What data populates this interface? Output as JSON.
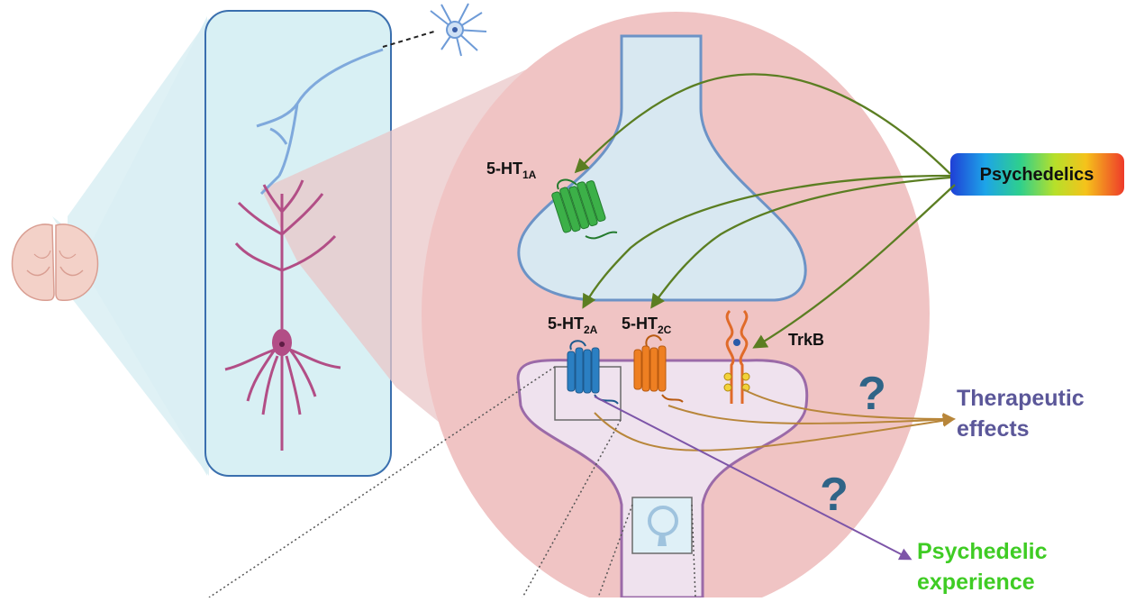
{
  "receptors": {
    "ht1a": {
      "base": "5-HT",
      "sub": "1A"
    },
    "ht2a": {
      "base": "5-HT",
      "sub": "2A"
    },
    "ht2c": {
      "base": "5-HT",
      "sub": "2C"
    },
    "trkb": "TrkB"
  },
  "psychedelics_label": "Psychedelics",
  "outcomes": {
    "therapeutic": {
      "line1": "Therapeutic",
      "line2": "effects"
    },
    "experience": {
      "line1": "Psychedelic",
      "line2": "experience"
    }
  },
  "unknown_marks": [
    "?",
    "?"
  ],
  "colors": {
    "arrow_green": "#5b7e22",
    "arrow_brown": "#b8863a",
    "arrow_purple": "#7d55a8",
    "therapeutic_text": "#5b5799",
    "experience_text": "#3fcc24",
    "receptor_1a": "#3cb048",
    "receptor_2a": "#2b7fc2",
    "receptor_2c": "#ee7f22",
    "trkb": "#e06b2a",
    "zoom_circle": "#f0c4c4",
    "neuron": "#b24e86"
  },
  "icons": [
    "brain-section-icon",
    "neuron-icon",
    "pyramidal-neuron-icon",
    "gpcr-receptor-icon",
    "trkb-receptor-icon",
    "vesicle-icon",
    "question-mark-icon"
  ]
}
